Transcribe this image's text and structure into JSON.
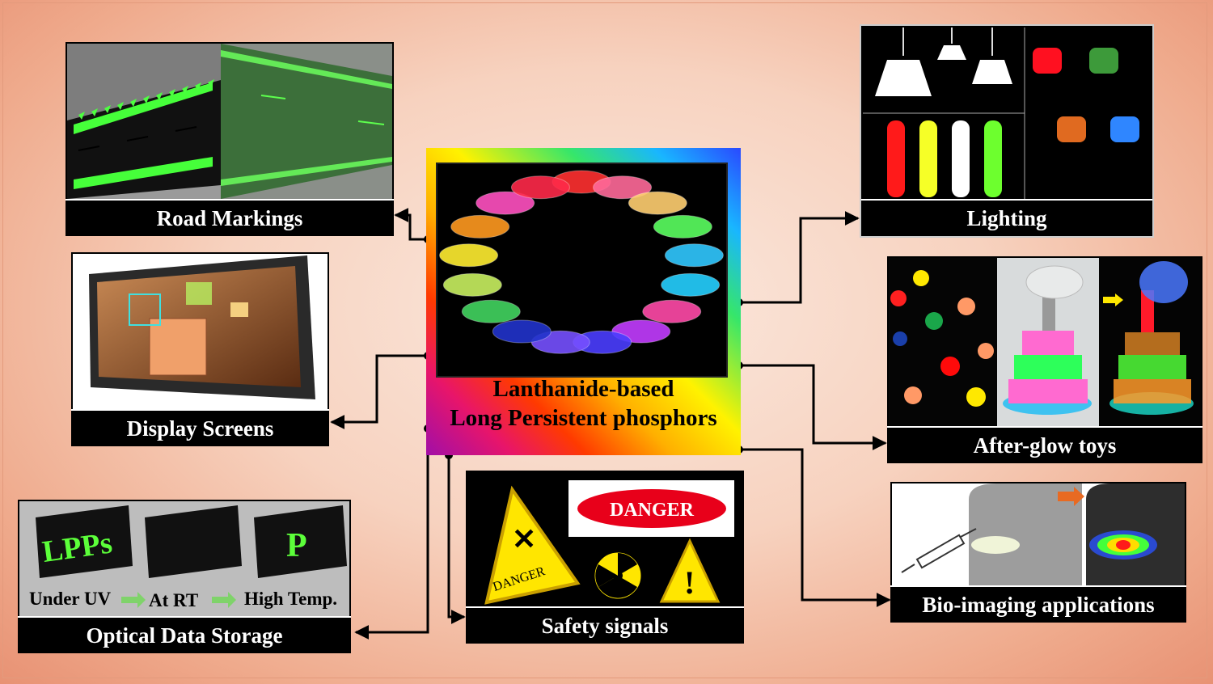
{
  "center": {
    "line1": "Lanthanide-based",
    "line2": "Long Persistent phosphors"
  },
  "panels": {
    "road": {
      "label": "Road Markings"
    },
    "display": {
      "label": "Display Screens"
    },
    "storage": {
      "label": "Optical Data Storage",
      "glyph1": "LPPs",
      "glyph3": "P",
      "step1": "Under UV",
      "step2": "At RT",
      "step3": "High Temp."
    },
    "safety": {
      "label": "Safety signals",
      "sign_text": "DANGER",
      "triangle_text": "DANGER"
    },
    "lighting": {
      "label": "Lighting"
    },
    "toys": {
      "label": "After-glow toys"
    },
    "bio": {
      "label": "Bio-imaging applications"
    }
  },
  "colors": {
    "glow_green": "#39ff3a",
    "connector": "#000000"
  }
}
